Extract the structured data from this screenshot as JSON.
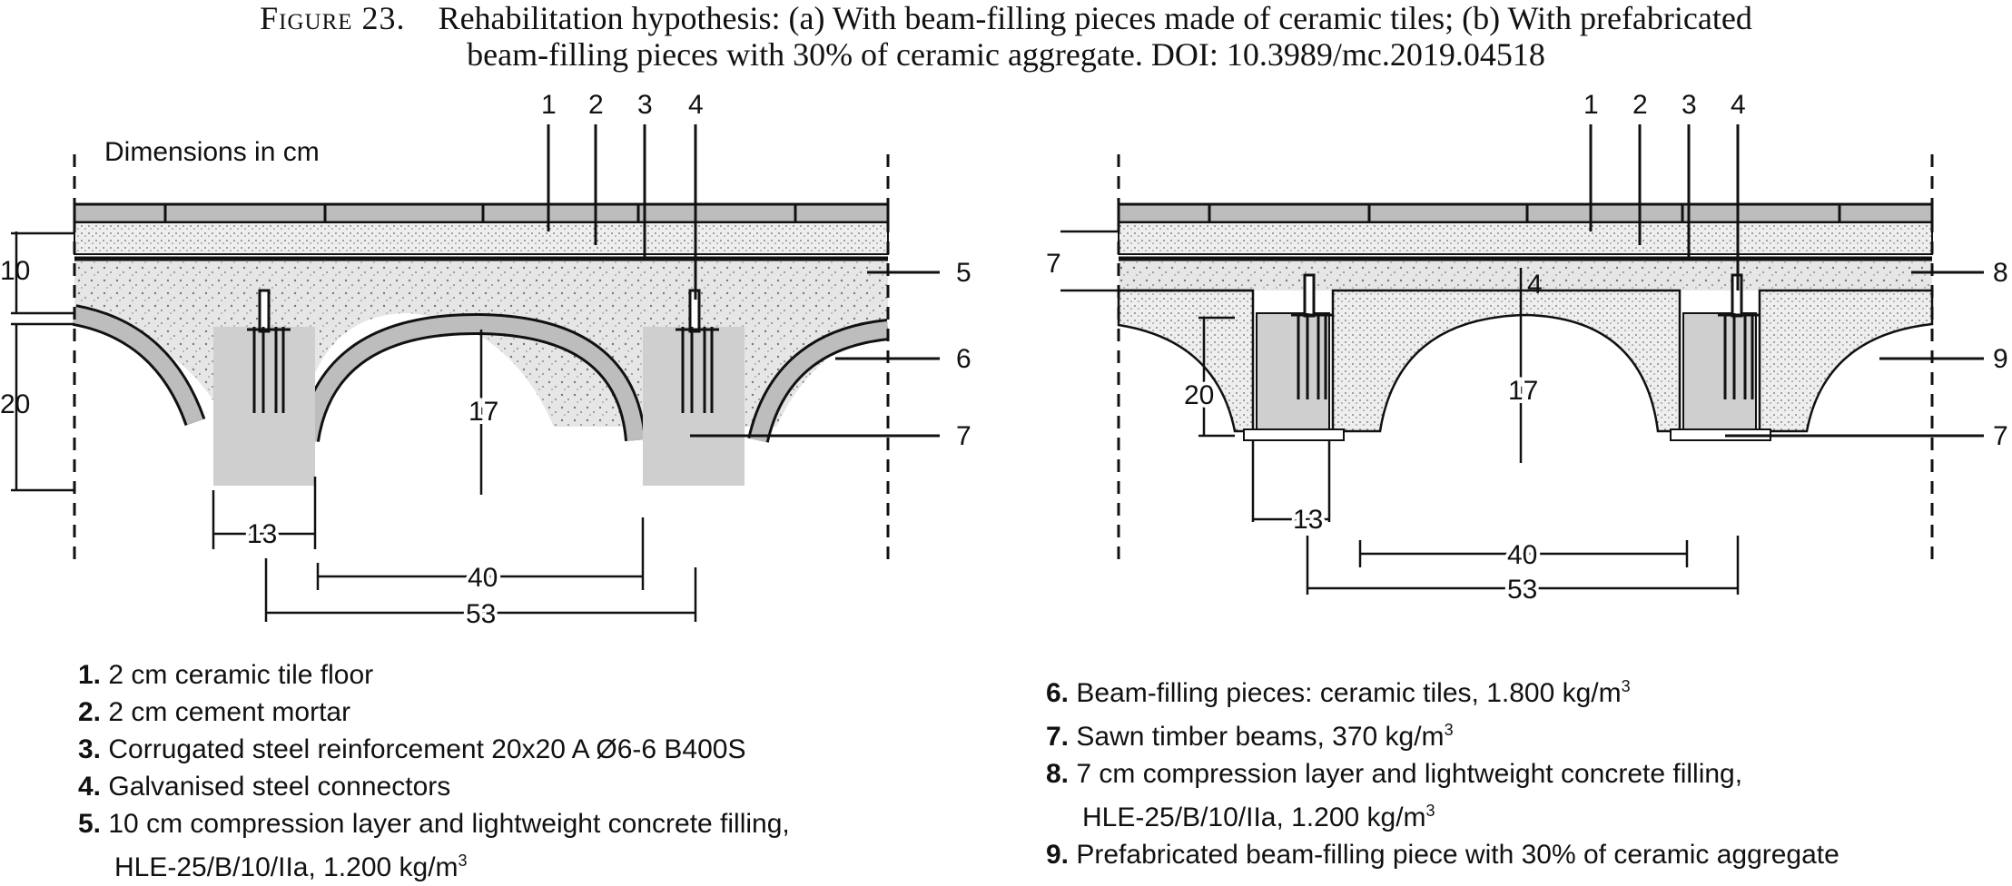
{
  "caption": {
    "figure_label": "Figure 23.",
    "line1": "Rehabilitation hypothesis: (a) With beam-filling pieces made of ceramic tiles; (b) With prefabricated",
    "line2": "beam-filling pieces with 30% of ceramic aggregate. DOI: 10.3989/mc.2019.04518"
  },
  "diagram_a": {
    "note": "Dimensions in cm",
    "top_labels": [
      "1",
      "2",
      "3",
      "4"
    ],
    "side_labels": {
      "right_5": "5",
      "right_6": "6",
      "right_7": "7"
    },
    "dims": {
      "layer": "10",
      "beam_height": "20",
      "arch": "17",
      "beam_width": "13",
      "span_inner": "40",
      "span_axis": "53"
    }
  },
  "diagram_b": {
    "top_labels": [
      "1",
      "2",
      "3",
      "4"
    ],
    "side_labels": {
      "right_8": "8",
      "right_9": "9",
      "right_7": "7"
    },
    "dims": {
      "layer": "7",
      "small": "4",
      "beam_height": "20",
      "arch": "17",
      "beam_width": "13",
      "span_inner": "40",
      "span_axis": "53"
    }
  },
  "legend_left": [
    {
      "num": "1.",
      "text": "2 cm ceramic tile floor"
    },
    {
      "num": "2.",
      "text": "2 cm cement mortar"
    },
    {
      "num": "3.",
      "text": "Corrugated steel reinforcement 20x20 A Ø6-6 B400S"
    },
    {
      "num": "4.",
      "text": "Galvanised steel connectors"
    },
    {
      "num": "5.",
      "text": "10 cm compression layer and lightweight concrete filling,",
      "cont": "HLE-25/B/10/IIa, 1.200 kg/m",
      "sup": "3"
    }
  ],
  "legend_right": [
    {
      "num": "6.",
      "text": "Beam-filling pieces: ceramic tiles, 1.800 kg/m",
      "sup": "3"
    },
    {
      "num": "7.",
      "text": "Sawn timber beams, 370 kg/m",
      "sup": "3"
    },
    {
      "num": "8.",
      "text": "7 cm compression layer and lightweight concrete filling,",
      "cont": "HLE-25/B/10/IIa, 1.200 kg/m",
      "sup2": "3"
    },
    {
      "num": "9.",
      "text": "Prefabricated beam-filling piece with 30% of ceramic aggregate"
    }
  ],
  "colors": {
    "concrete": "#d9d9d9",
    "beam": "#cfcfcf",
    "tile": "#bdbdbd",
    "line": "#111111"
  }
}
